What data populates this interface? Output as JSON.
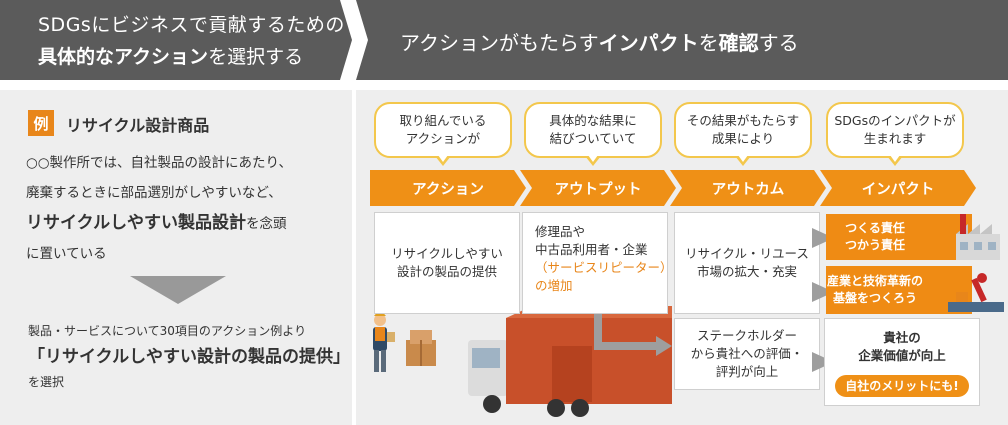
{
  "header": {
    "left_line1": "SDGsにビジネスで貢献するための",
    "left_line2_bold": "具体的なアクション",
    "left_line2_rest": "を選択する",
    "right_pre": "アクションがもたらす",
    "right_bold1": "インパクト",
    "right_mid": "を",
    "right_bold2": "確認",
    "right_post": "する"
  },
  "example": {
    "badge": "例",
    "title": "リサイクル設計商品",
    "desc_line1": "○○製作所では、自社製品の設計にあたり、",
    "desc_line2": "廃棄するときに部品選別がしやすいなど、",
    "desc_line3_bold": "リサイクルしやすい製品設計",
    "desc_line3_rest": "を念頭",
    "desc_line4": "に置いている",
    "select_pre": "製品・サービスについて30項目のアクション例より",
    "select_main": "「リサイクルしやすい設計の製品の提供」",
    "select_post": "を選択"
  },
  "bubbles": [
    {
      "line1": "取り組んでいる",
      "line2": "アクションが"
    },
    {
      "line1": "具体的な結果に",
      "line2": "結びついていて"
    },
    {
      "line1": "その結果がもたらす",
      "line2": "成果により"
    },
    {
      "line1": "SDGsのインパクトが",
      "line2": "生まれます"
    }
  ],
  "stages": [
    "アクション",
    "アウトプット",
    "アウトカム",
    "インパクト"
  ],
  "action_box": {
    "line1": "リサイクルしやすい",
    "line2": "設計の製品の提供"
  },
  "output_box": {
    "line1": "修理品や",
    "line2": "中古品利用者・企業",
    "line3": "（サービスリピーター）",
    "line4": "の増加"
  },
  "outcome_box": {
    "line1": "リサイクル・リユース",
    "line2": "市場の拡大・充実"
  },
  "outcome2_box": {
    "line1": "ステークホルダー",
    "line2": "から貴社への評価・",
    "line3": "評判が向上"
  },
  "impact1": {
    "line1": "つくる責任",
    "line2": "つかう責任"
  },
  "impact2": {
    "line1": "産業と技術革新の",
    "line2": "基盤をつくろう"
  },
  "value_box": {
    "line1": "貴社の",
    "line2": "企業価値が向上",
    "merit": "自社のメリットにも!"
  },
  "colors": {
    "orange": "#ef9016",
    "yellow_border": "#f3c74c",
    "header_gray": "#5b5b5b",
    "panel_gray": "#eeeeee"
  }
}
